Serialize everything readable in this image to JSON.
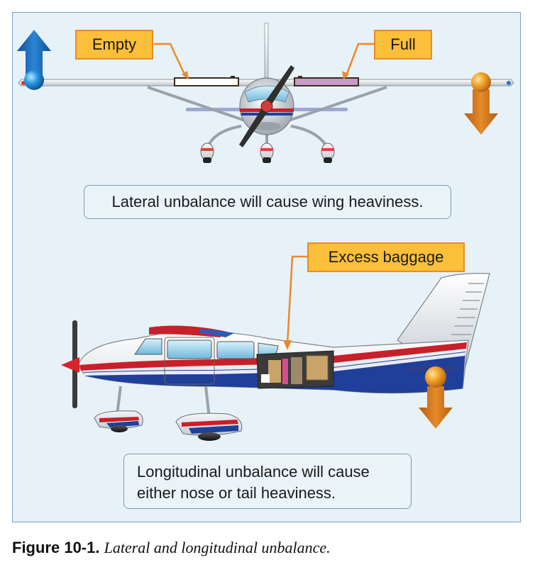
{
  "callouts": {
    "empty": "Empty",
    "full": "Full",
    "baggage": "Excess baggage"
  },
  "captions": {
    "lateral": "Lateral unbalance will cause wing heaviness.",
    "longitudinal": "Longitudinal unbalance will cause\neither nose or tail heaviness."
  },
  "figure": {
    "number": "Figure 10-1.",
    "title": "Lateral and longitudinal unbalance."
  },
  "colors": {
    "callout_fill": "#fbbf39",
    "callout_border": "#e9892b",
    "up_arrow": "#1a66b0",
    "down_arrow": "#d6781c",
    "fuselage_red": "#c8202a",
    "fuselage_blue": "#1f3f9a"
  }
}
